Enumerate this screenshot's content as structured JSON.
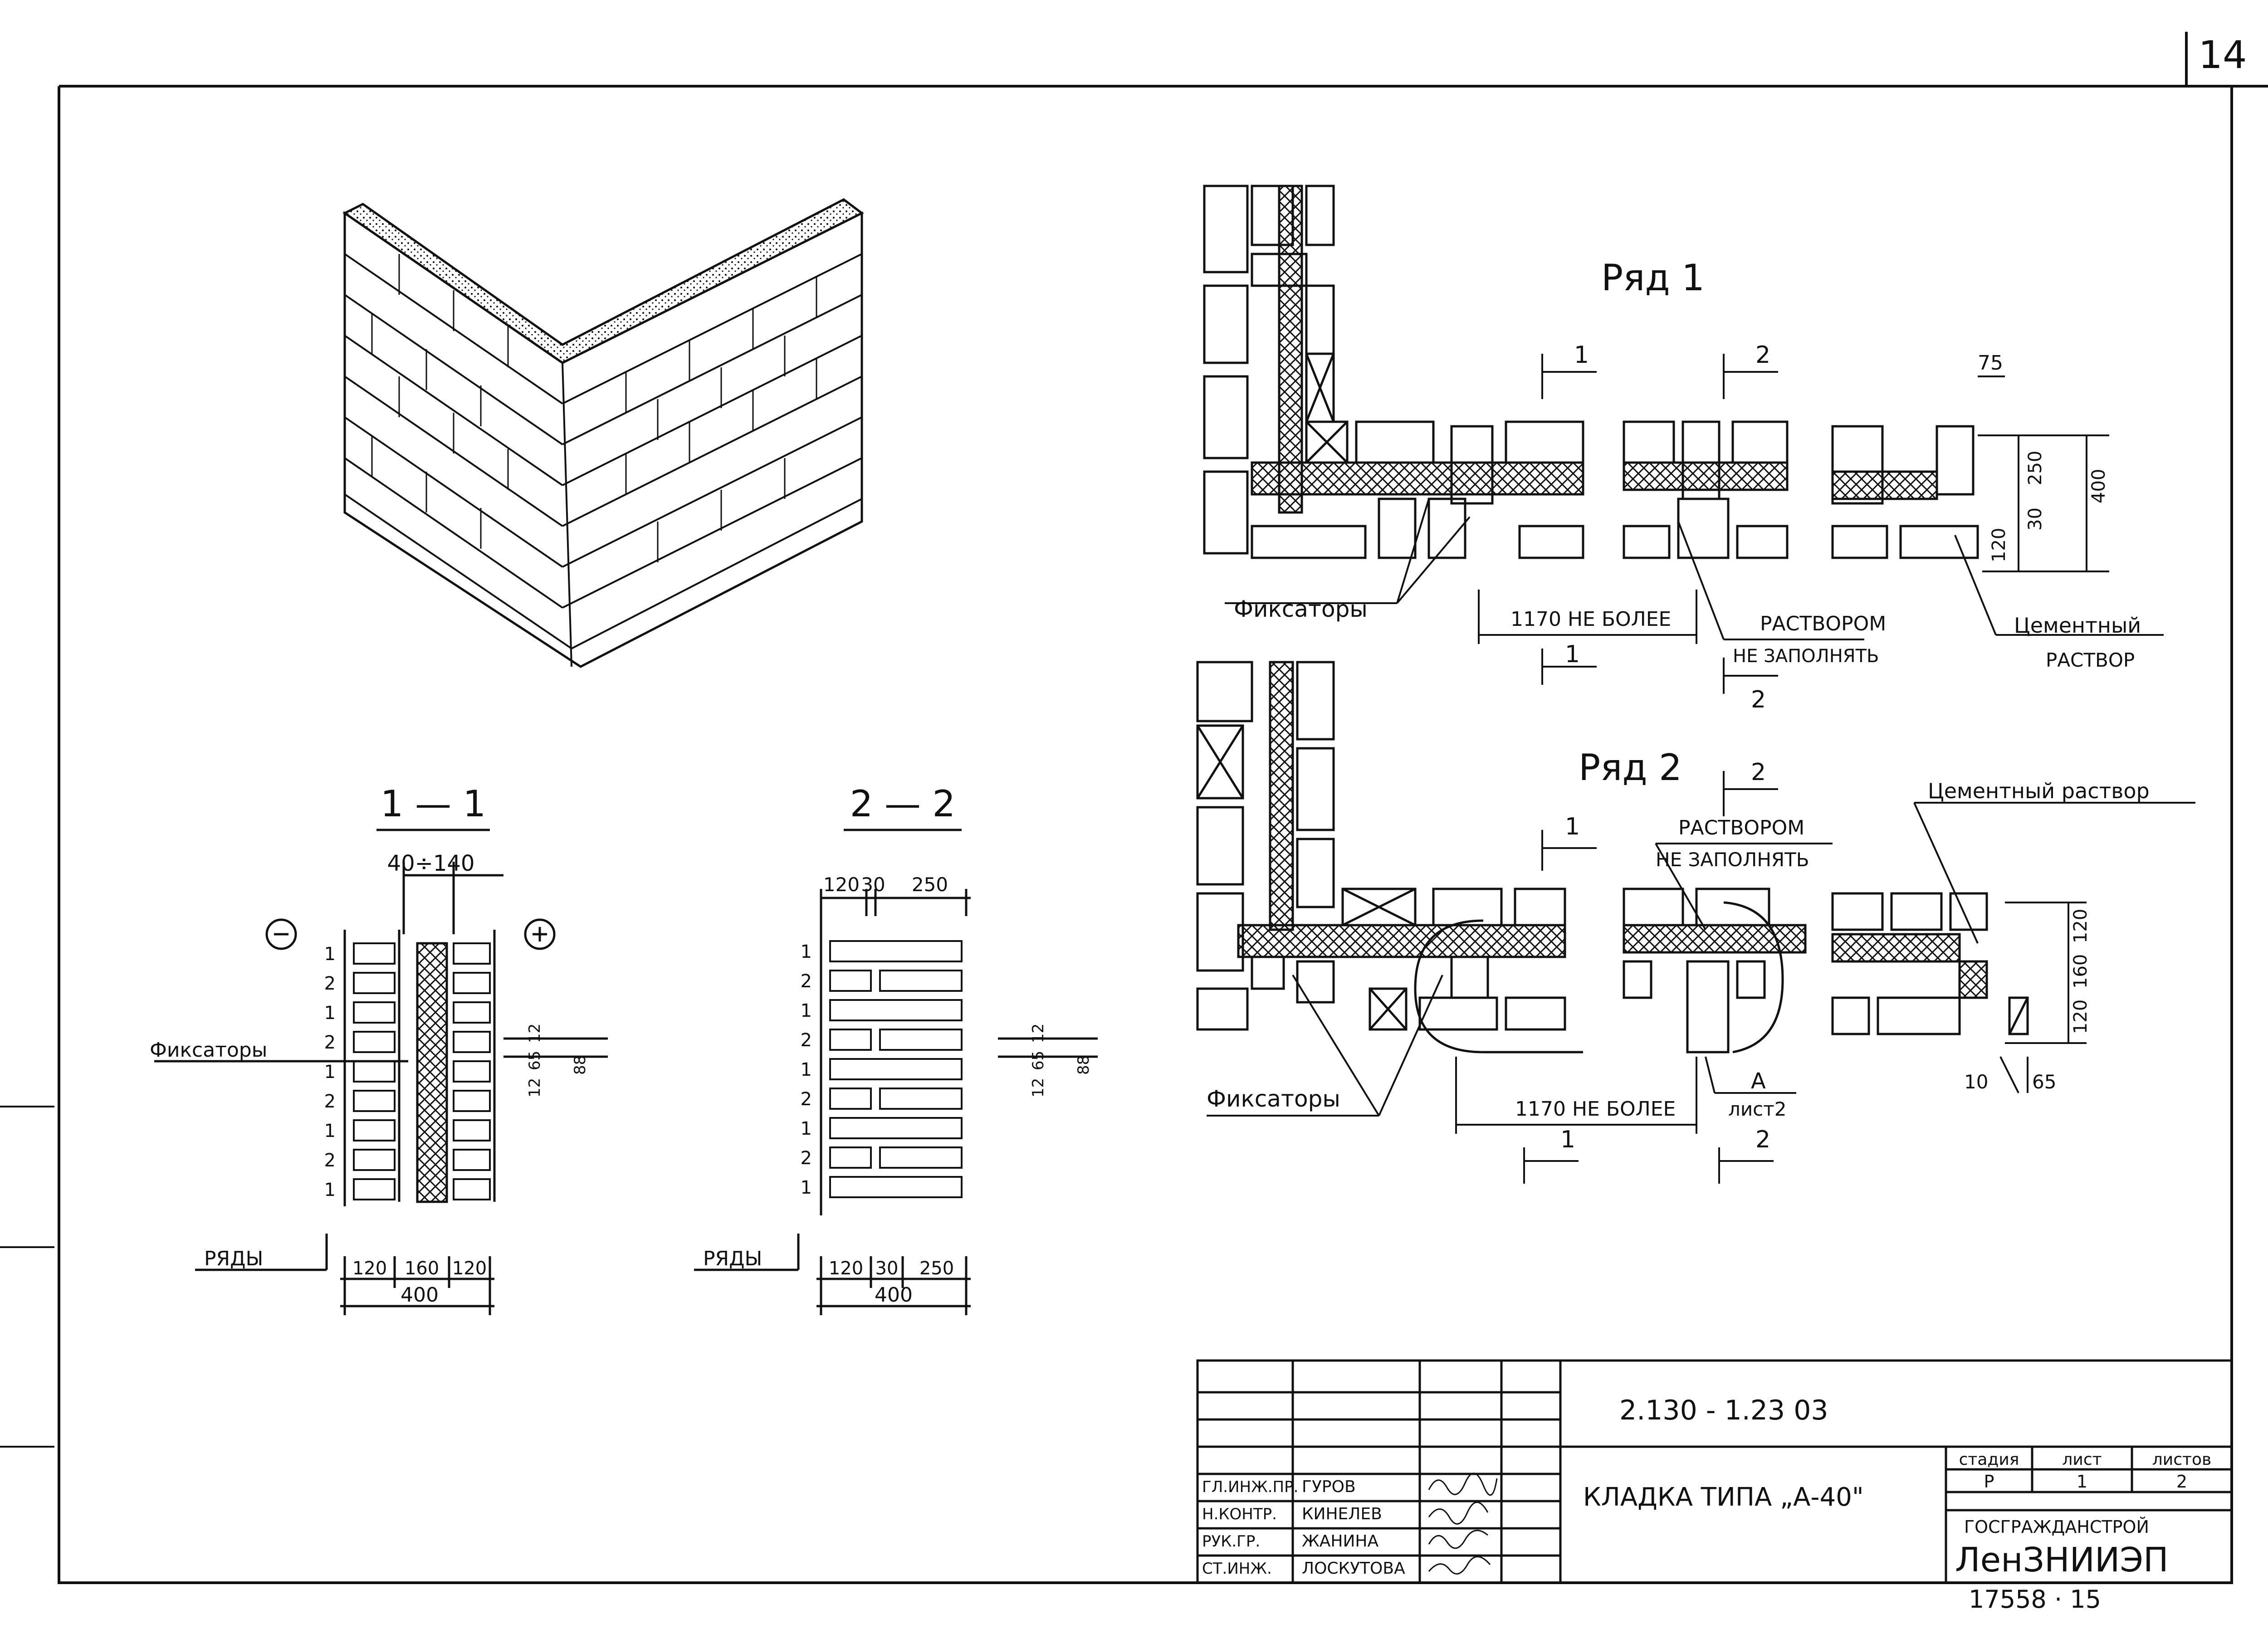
{
  "sheet": {
    "corner_number": "14",
    "bottom_stamp": "17558 · 15"
  },
  "row1": {
    "title": "Ряд 1",
    "cut1": "1",
    "cut2": "2",
    "dim75": "75",
    "dim250": "250",
    "dim30": "30",
    "dim400": "400",
    "dim120": "120",
    "label_fixators": "Фиксаторы",
    "dim_spacing": "1170  НЕ БОЛЕЕ",
    "label_no_mortar_1": "РАСТВОРОМ",
    "label_no_mortar_2": "НЕ ЗАПОЛНЯТЬ",
    "label_cement_1": "Цементный",
    "label_cement_2": "РАСТВОР",
    "cut1_bottom": "1",
    "cut2_bottom": "2"
  },
  "row2": {
    "title": "Ряд 2",
    "cut2_top": "2",
    "cut1_top": "1",
    "label_no_mortar_1": "РАСТВОРОМ",
    "label_no_mortar_2": "НЕ ЗАПОЛНЯТЬ",
    "label_cement": "Цементный раствор",
    "dim120a": "120",
    "dim160": "160",
    "dim120b": "120",
    "dim10": "10",
    "dim65": "65",
    "label_fixators": "Фиксаторы",
    "dim_spacing": "1170  НЕ БОЛЕЕ",
    "ref_letter": "А",
    "ref_sheet": "лист2",
    "cut1_bottom": "1",
    "cut2_bottom": "2"
  },
  "section11": {
    "title": "1 — 1",
    "dim_gap": "40÷140",
    "minus": "−",
    "plus": "+",
    "rows": [
      "1",
      "2",
      "1",
      "2",
      "1",
      "2",
      "1",
      "2",
      "1"
    ],
    "label_fixators": "Фиксаторы",
    "dims_small": [
      "12",
      "65",
      "12",
      "88"
    ],
    "label_rows": "РЯДЫ",
    "dims_bottom": [
      "120",
      "160",
      "120"
    ],
    "dim_total": "400"
  },
  "section22": {
    "title": "2 — 2",
    "dims_top": [
      "120",
      "30",
      "250"
    ],
    "rows": [
      "1",
      "2",
      "1",
      "2",
      "1",
      "2",
      "1",
      "2",
      "1"
    ],
    "dims_small": [
      "12",
      "65",
      "12",
      "88"
    ],
    "label_rows": "РЯДЫ",
    "dims_bottom": [
      "120",
      "30",
      "250"
    ],
    "dim_total": "400"
  },
  "title_block": {
    "code": "2.130 - 1.23  03",
    "name": "КЛАДКА   ТИПА „А-40\"",
    "stage_h": "стадия",
    "sheet_h": "лист",
    "sheets_h": "листов",
    "stage": "Р",
    "sheet": "1",
    "sheets": "2",
    "org1": "ГОСГРАЖДАНСТРОЙ",
    "org2": "ЛенЗНИИЭП",
    "staff": [
      {
        "role": "ГЛ.ИНЖ.ПР.",
        "name": "ГУРОВ"
      },
      {
        "role": "Н.КОНТР.",
        "name": "КИНЕЛЕВ"
      },
      {
        "role": "РУК.ГР.",
        "name": "ЖАНИНА"
      },
      {
        "role": "СТ.ИНЖ.",
        "name": "ЛОСКУТОВА"
      }
    ]
  }
}
